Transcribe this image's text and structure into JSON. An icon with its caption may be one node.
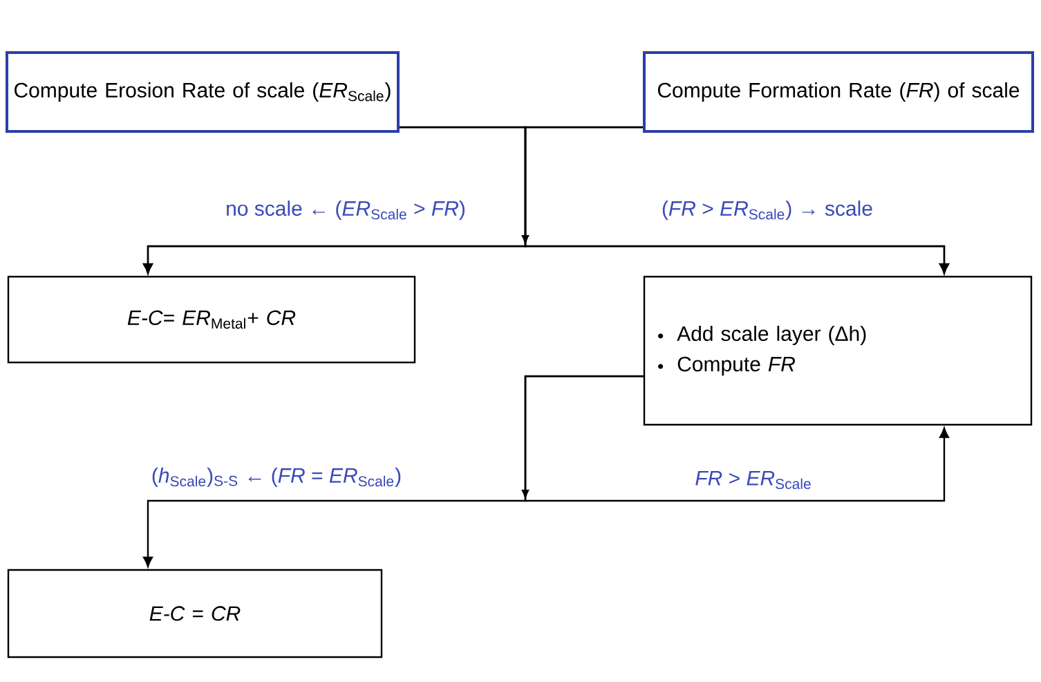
{
  "diagram": {
    "nodes": [
      {
        "text": [
          "Compute Erosion Rate of scale (*ER*$_{Scale}$)"
        ]
      },
      {
        "text": [
          "Compute Formation Rate (*FR*) of scale"
        ]
      },
      {
        "text": [
          "*E-C*= *ER*$_{Metal}$+ *CR*"
        ]
      },
      {
        "text": [
          "Add scale layer (Δh)",
          "Compute *FR*"
        ]
      },
      {
        "text": [
          "*E-C* = *CR*"
        ]
      }
    ],
    "edges": [
      {
        "from": 0,
        "to": 2,
        "arrow": "to",
        "label": "no scale ← (*ER*$_{Scale}$ > *FR*)"
      },
      {
        "from": 0,
        "to": 3,
        "arrow": "to",
        "label": "(*FR* > *ER*$_{Scale}$) → scale"
      },
      {
        "from": 1,
        "to": 2,
        "arrow": "to"
      },
      {
        "from": 1,
        "to": 3,
        "arrow": "to"
      },
      {
        "from": 3,
        "to": 4,
        "arrow": "to",
        "label": "(*h*$_{Scale}$)$_{S-S}$ ← (*FR* = *ER*$_{Scale}$)"
      },
      {
        "from": 3,
        "to": 3,
        "arrow": "to",
        "label": "*FR* > *ER*$_{Scale}$"
      }
    ]
  }
}
